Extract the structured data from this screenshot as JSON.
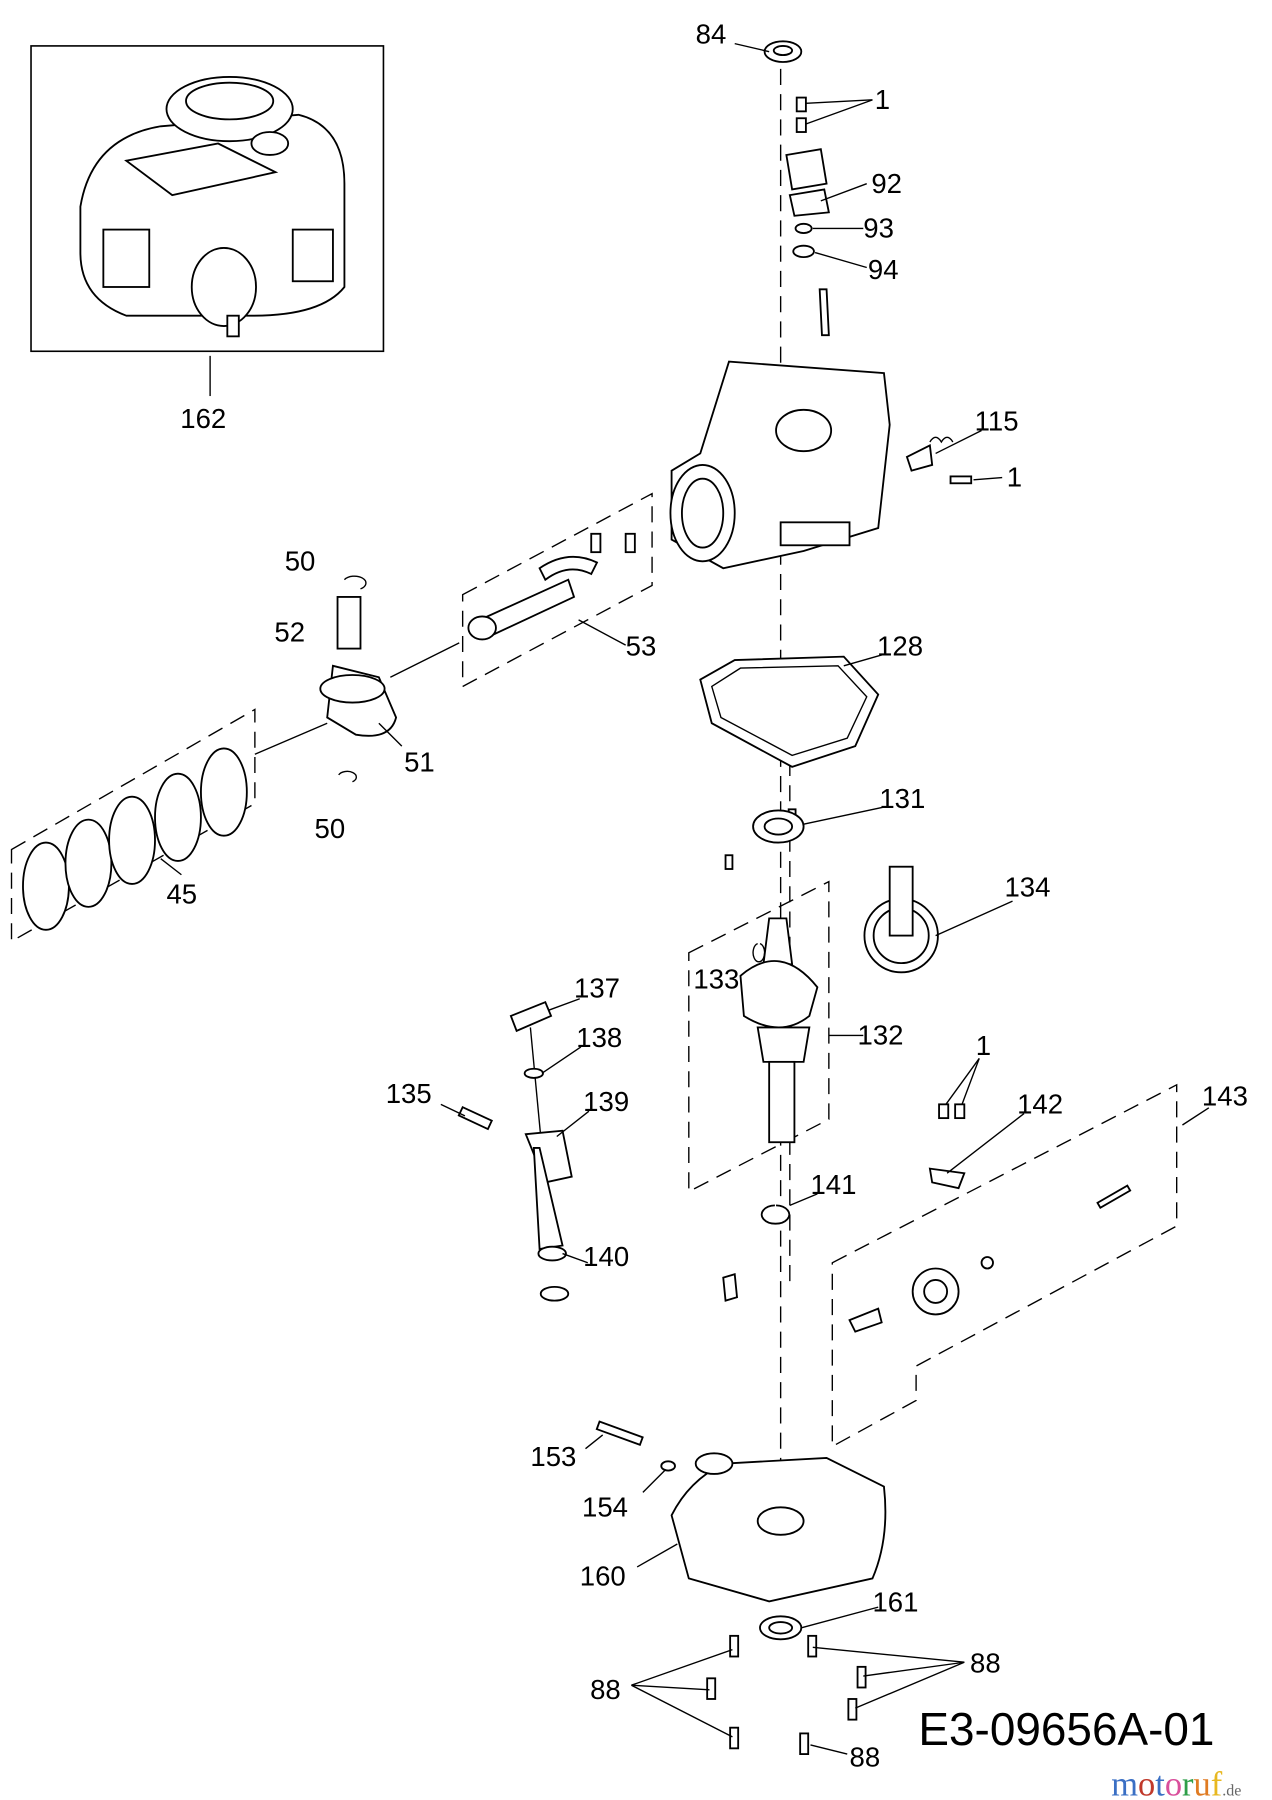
{
  "diagram": {
    "drawing_number": "E3-09656A-01",
    "watermark": "motoruf.de",
    "callouts": [
      "84",
      "1",
      "92",
      "93",
      "94",
      "162",
      "115",
      "1",
      "50",
      "52",
      "53",
      "128",
      "51",
      "50",
      "131",
      "45",
      "134",
      "137",
      "133",
      "138",
      "132",
      "1",
      "135",
      "139",
      "142",
      "143",
      "141",
      "140",
      "153",
      "154",
      "160",
      "161",
      "88",
      "88",
      "88"
    ]
  }
}
